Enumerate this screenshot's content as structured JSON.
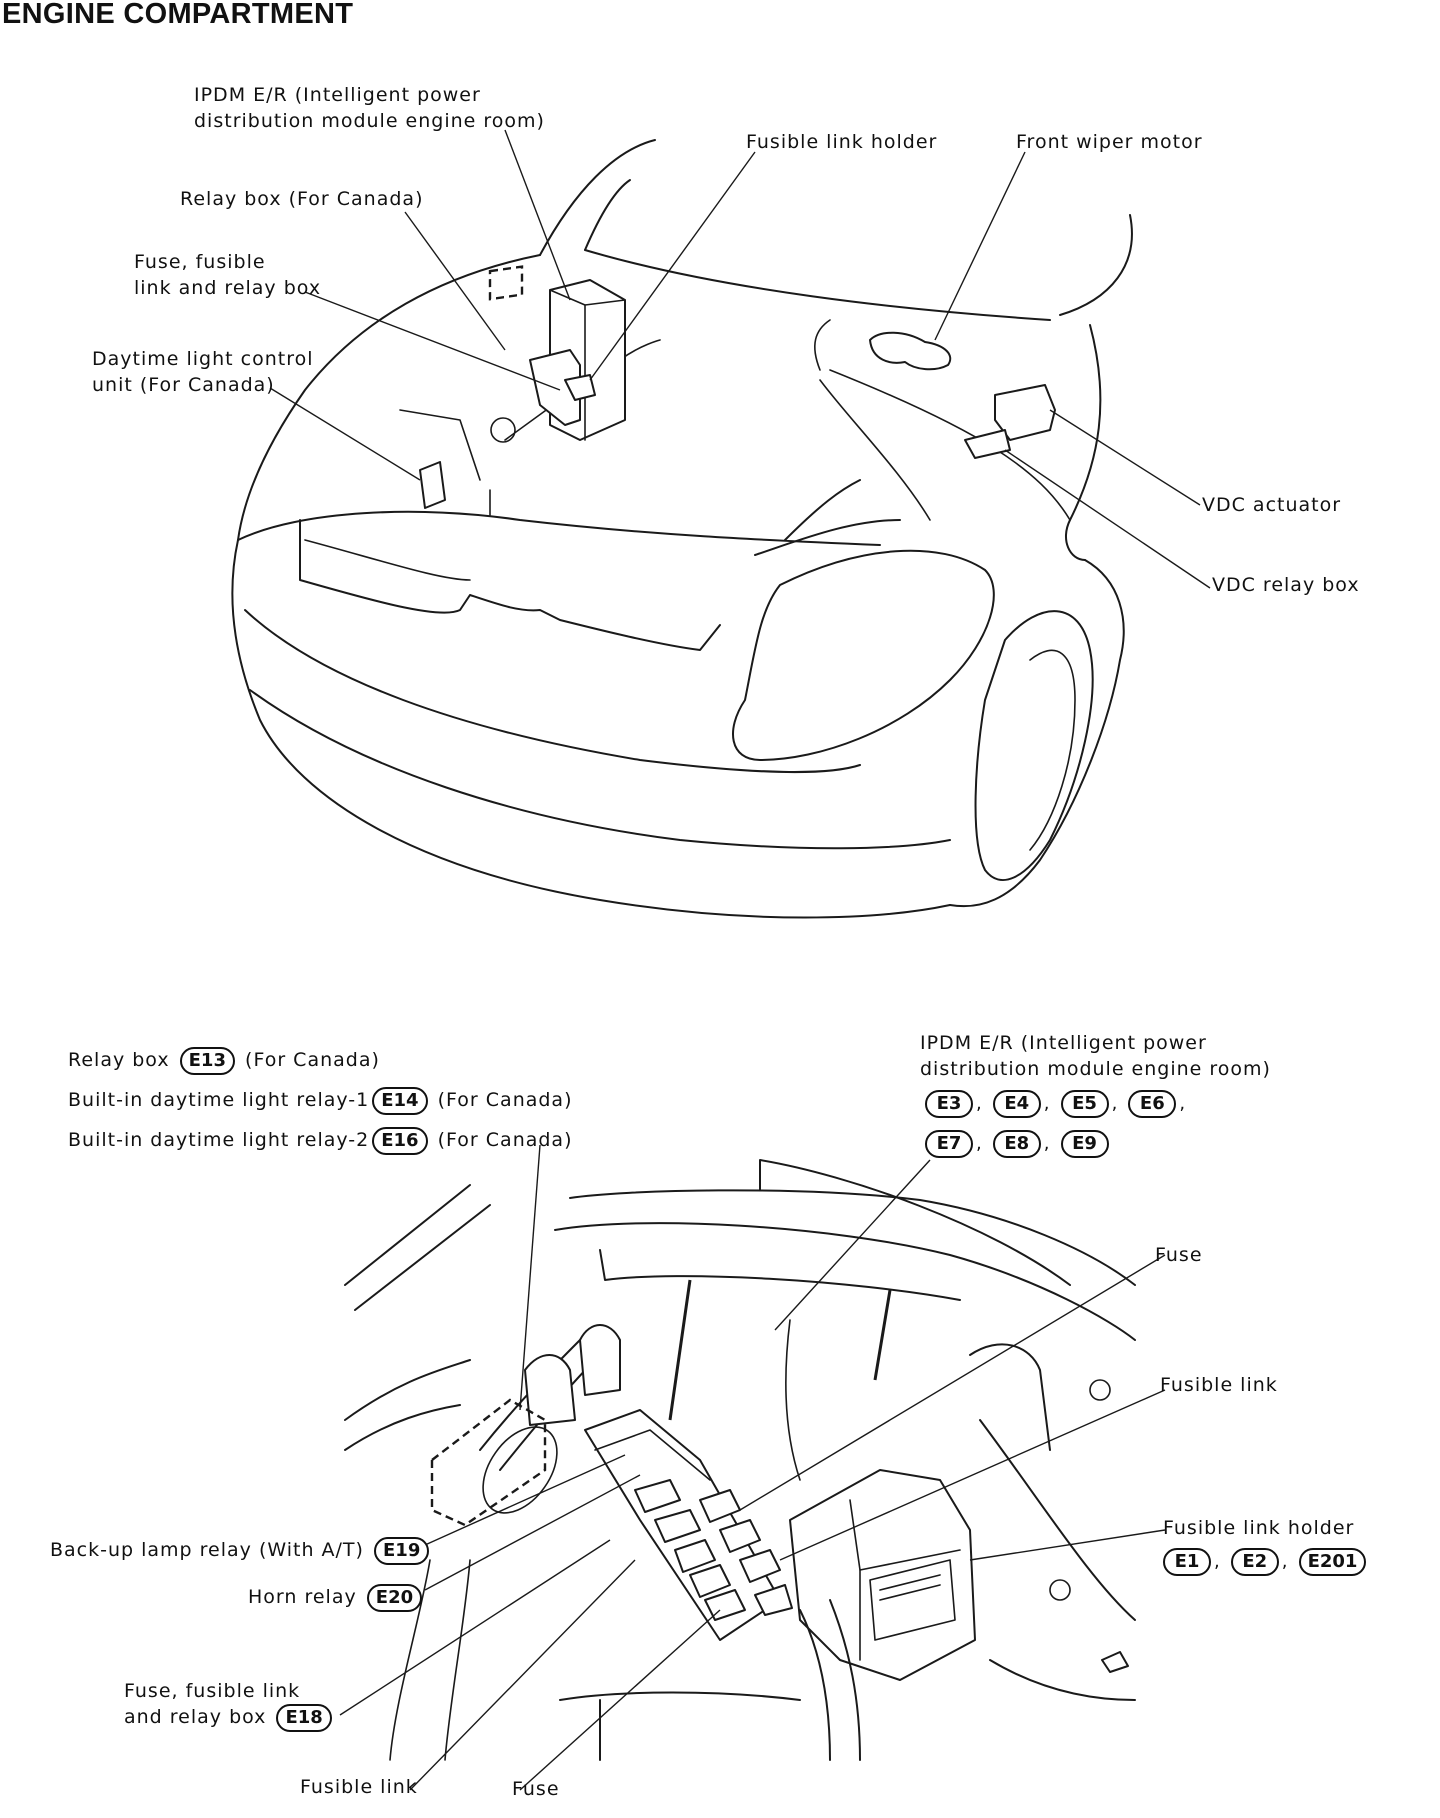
{
  "page_title": "ENGINE COMPARTMENT",
  "top_view": {
    "ipdm": "IPDM E/R (Intelligent power distribution module engine room)",
    "ipdm_line1": "IPDM E/R (Intelligent power",
    "ipdm_line2": "distribution module engine room)",
    "fusible_link_holder": "Fusible link holder",
    "front_wiper_motor": "Front wiper motor",
    "relay_box": "Relay box (For Canada)",
    "fuse_box_line1": "Fuse, fusible",
    "fuse_box_line2": "link and relay box",
    "daytime_line1": "Daytime light control",
    "daytime_line2": "unit (For Canada)",
    "vdc_actuator": "VDC actuator",
    "vdc_relay_box": "VDC relay box"
  },
  "bottom_view": {
    "relay_box": {
      "label": "Relay box",
      "code": "E13",
      "note": "(For Canada)"
    },
    "daytime_relay_1": {
      "label": "Built-in daytime light relay-1",
      "code": "E14",
      "note": "(For Canada)"
    },
    "daytime_relay_2": {
      "label": "Built-in daytime light relay-2",
      "code": "E16",
      "note": "(For Canada)"
    },
    "ipdm_line1": "IPDM E/R (Intelligent power",
    "ipdm_line2": "distribution module engine room)",
    "ipdm_codes_row1": [
      "E3",
      "E4",
      "E5",
      "E6"
    ],
    "ipdm_codes_row2": [
      "E7",
      "E8",
      "E9"
    ],
    "fuse_right": "Fuse",
    "fusible_link_right": "Fusible link",
    "fusible_link_holder": {
      "label": "Fusible link holder",
      "codes": [
        "E1",
        "E2",
        "E201"
      ]
    },
    "backup_lamp_relay": {
      "label": "Back-up lamp relay (With A/T)",
      "code": "E19"
    },
    "horn_relay": {
      "label": "Horn relay",
      "code": "E20"
    },
    "fuse_box": {
      "line1": "Fuse, fusible link",
      "line2": "and relay box",
      "code": "E18"
    },
    "fusible_link_bottom": "Fusible link",
    "fuse_bottom": "Fuse"
  }
}
